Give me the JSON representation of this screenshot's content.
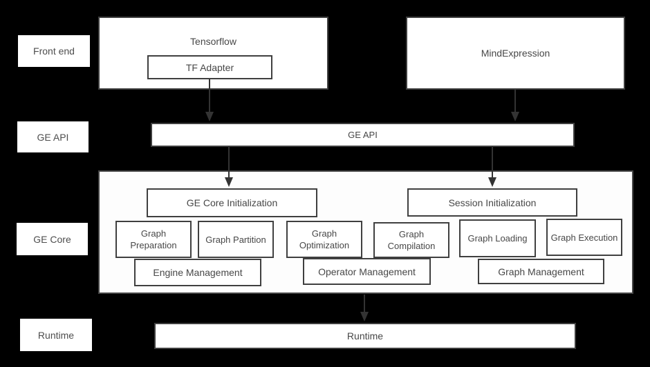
{
  "colors": {
    "background": "#000000",
    "box_fill": "#ffffff",
    "box_border": "#3f3f3f",
    "text": "#474747",
    "arrow": "#333333"
  },
  "side_labels": {
    "front_end": "Front end",
    "ge_api": "GE API",
    "ge_core": "GE Core",
    "runtime": "Runtime"
  },
  "front_end_row": {
    "tensorflow_label": "Tensorflow",
    "tf_adapter_label": "TF Adapter",
    "mindexpression_label": "MindExpression"
  },
  "ge_api_bar": {
    "label": "GE API"
  },
  "ge_core": {
    "initialization": [
      "GE Core Initialization",
      "Session Initialization"
    ],
    "stages": [
      "Graph Preparation",
      "Graph Partition",
      "Graph Optimization",
      "Graph Compilation",
      "Graph Loading",
      "Graph Execution"
    ],
    "management": [
      "Engine Management",
      "Operator Management",
      "Graph Management"
    ]
  },
  "runtime_bar": {
    "label": "Runtime"
  }
}
